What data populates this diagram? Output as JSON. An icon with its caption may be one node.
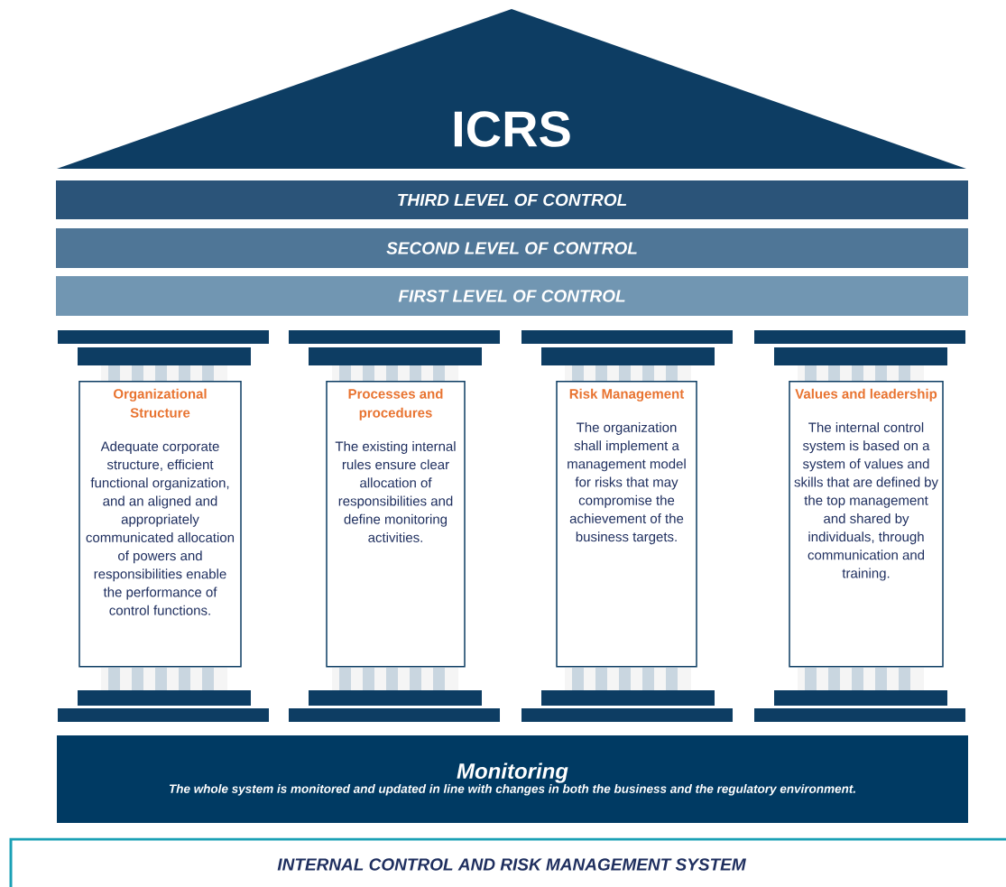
{
  "diagram": {
    "nodes": [
      {
        "text": [
          "ICRS"
        ]
      },
      {
        "text": [
          "THIRD LEVEL OF CONTROL"
        ]
      },
      {
        "text": [
          "SECOND LEVEL OF CONTROL"
        ]
      },
      {
        "text": [
          "FIRST LEVEL OF CONTROL"
        ]
      },
      {
        "text": [
          "Organizational Structure",
          "Adequate corporate structure, efficient functional organization, and an aligned and appropriately communicated allocation of powers and responsibilities enable the performance of control functions."
        ]
      },
      {
        "text": [
          "Processes and procedures",
          "The existing internal rules ensure clear allocation of responsibilities and define monitoring activities."
        ]
      },
      {
        "text": [
          "Risk Management",
          "The organization shall implement a management model for risks that may compromise the achievement of the business targets."
        ]
      },
      {
        "text": [
          "Values and leadership",
          "The internal control system is based on a system of values and skills that are defined by the top management and shared by individuals, through communication and training."
        ]
      },
      {
        "text": [
          "Monitoring",
          "The whole system is monitored and updated in line with changes in both the business and the regulatory environment."
        ]
      },
      {
        "text": [
          "INTERNAL CONTROL AND RISK MANAGEMENT SYSTEM"
        ]
      }
    ]
  }
}
